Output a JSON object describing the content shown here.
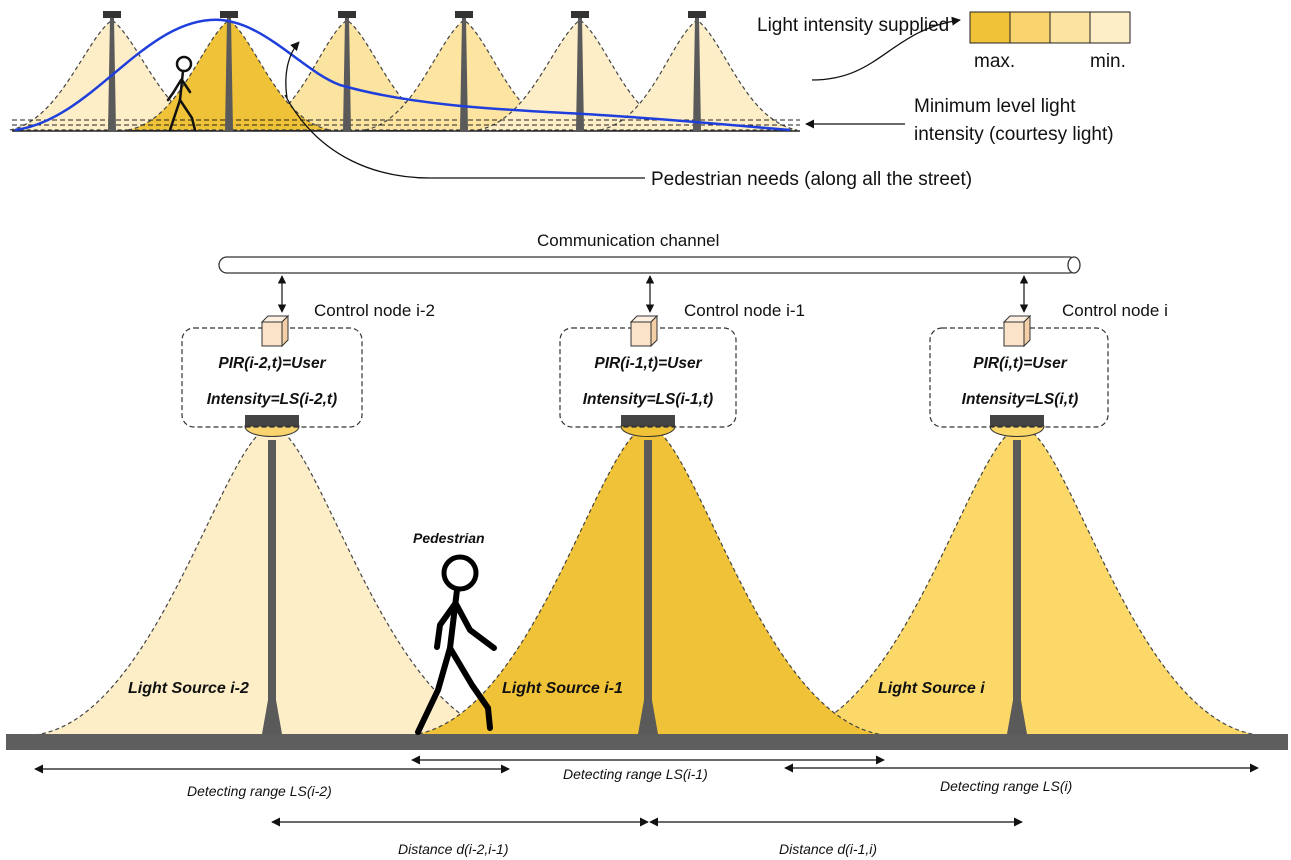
{
  "legend": {
    "title": "Light intensity supplied",
    "max_label": "max.",
    "min_label": "min.",
    "swatches": [
      "#f0c237",
      "#f8d36e",
      "#fbe3a0",
      "#fdeec8"
    ]
  },
  "top_annotations": {
    "minimum_level": [
      "Minimum level light",
      "intensity (courtesy light)"
    ],
    "pedestrian_needs": "Pedestrian needs (along all the street)"
  },
  "communication_channel": "Communication channel",
  "nodes": [
    {
      "title": "Control node i-2",
      "pir": "PIR(i-2,t)=User",
      "intensity": "Intensity=LS(i-2,t)",
      "light_source": "Light Source i-2",
      "level": "min"
    },
    {
      "title": "Control node i-1",
      "pir": "PIR(i-1,t)=User",
      "intensity": "Intensity=LS(i-1,t)",
      "light_source": "Light Source i-1",
      "level": "max"
    },
    {
      "title": "Control node i",
      "pir": "PIR(i,t)=User",
      "intensity": "Intensity=LS(i,t)",
      "light_source": "Light Source i",
      "level": "high"
    }
  ],
  "pedestrian_label": "Pedestrian",
  "detecting_ranges": [
    "Detecting range LS(i-2)",
    "Detecting range LS(i-1)",
    "Detecting range LS(i)"
  ],
  "distances": [
    "Distance d(i-2,i-1)",
    "Distance d(i-1,i)"
  ],
  "colors": {
    "level_max": "#f0c237",
    "level_high": "#fbd868",
    "level_mid": "#fde4a0",
    "level_min": "#fdeec8",
    "curve": "#1f3fdc",
    "road": "#5e5e5e",
    "node_box": "#fbe3c9"
  }
}
